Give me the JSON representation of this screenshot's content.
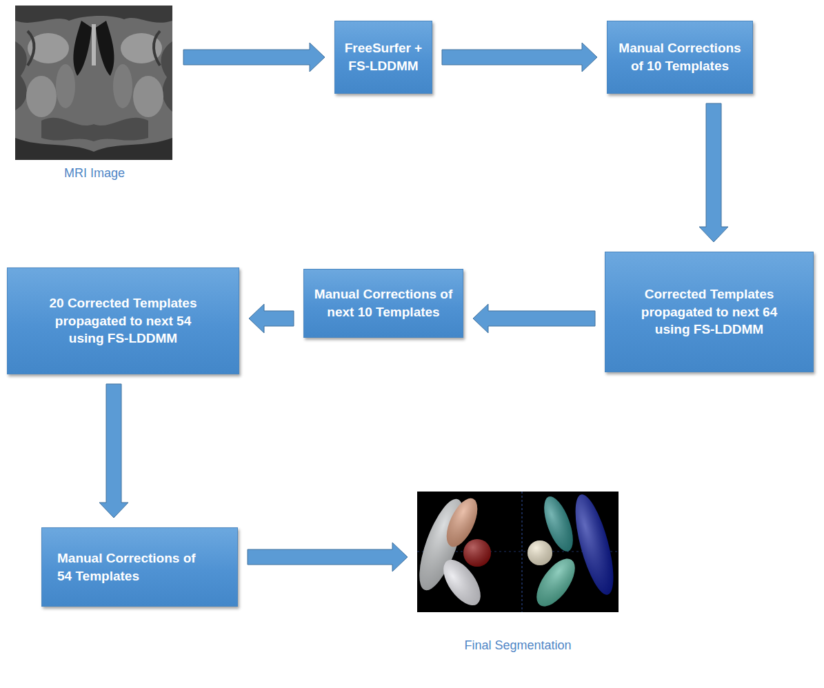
{
  "diagram": {
    "nodes": [
      {
        "text": [
          "MRI Image"
        ]
      },
      {
        "text": [
          "FreeSurfer + FS-LDDMM"
        ]
      },
      {
        "text": [
          "Manual Corrections of 10 Templates"
        ]
      },
      {
        "text": [
          "Corrected Templates propagated to next 64 using FS-LDDMM"
        ]
      },
      {
        "text": [
          "Manual Corrections of next 10 Templates"
        ]
      },
      {
        "text": [
          "20 Corrected Templates propagated to next 54 using FS-LDDMM"
        ]
      },
      {
        "text": [
          "Manual Corrections of 54 Templates"
        ]
      },
      {
        "text": [
          "Final Segmentation"
        ]
      }
    ],
    "edges": [
      {
        "from": 0,
        "to": 1,
        "arrow": "to"
      },
      {
        "from": 1,
        "to": 2,
        "arrow": "to"
      },
      {
        "from": 2,
        "to": 3,
        "arrow": "to"
      },
      {
        "from": 3,
        "to": 4,
        "arrow": "to"
      },
      {
        "from": 4,
        "to": 5,
        "arrow": "to"
      },
      {
        "from": 5,
        "to": 6,
        "arrow": "to"
      },
      {
        "from": 6,
        "to": 7,
        "arrow": "to"
      }
    ]
  }
}
